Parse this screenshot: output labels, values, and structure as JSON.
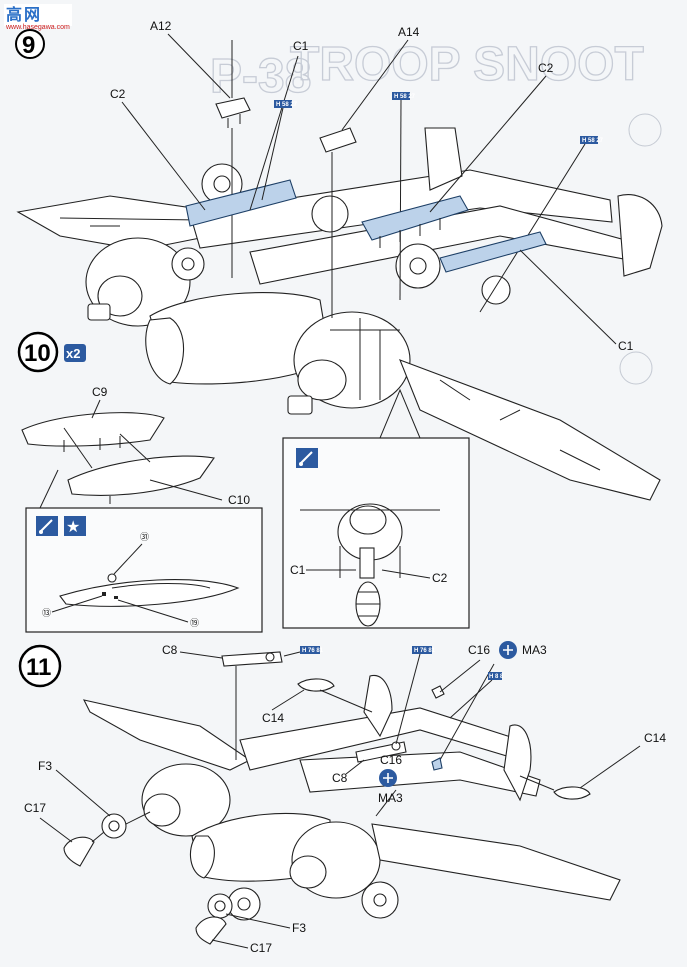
{
  "logo": {
    "top": "高",
    "main": "网",
    "url": "www.hasegawa.com"
  },
  "watermark": {
    "text1": "TROOP SNOOT",
    "text2": "P-38"
  },
  "steps": [
    {
      "number": "9"
    },
    {
      "number": "10",
      "multiplier": "x2"
    },
    {
      "number": "11"
    }
  ],
  "labels": {
    "A12": "A12",
    "C1": "C1",
    "A14": "A14",
    "C2": "C2",
    "C9": "C9",
    "C10": "C10",
    "C8": "C8",
    "C14": "C14",
    "C16": "C16",
    "MA3": "MA3",
    "F3": "F3",
    "C17": "C17",
    "callout_31": "㉛",
    "callout_13": "⑬",
    "callout_19": "⑲"
  },
  "paint_refs": {
    "h27": "H 58 27",
    "h81": "H 76 81",
    "h8": "H 8 8"
  },
  "colors": {
    "blue_part": "#bcd2ea",
    "badge_blue": "#2c5aa0",
    "ink": "#1b1b1b"
  },
  "icons": [
    "paint-brush-icon",
    "star-icon",
    "spray-icon",
    "decal-arrow-icon"
  ]
}
